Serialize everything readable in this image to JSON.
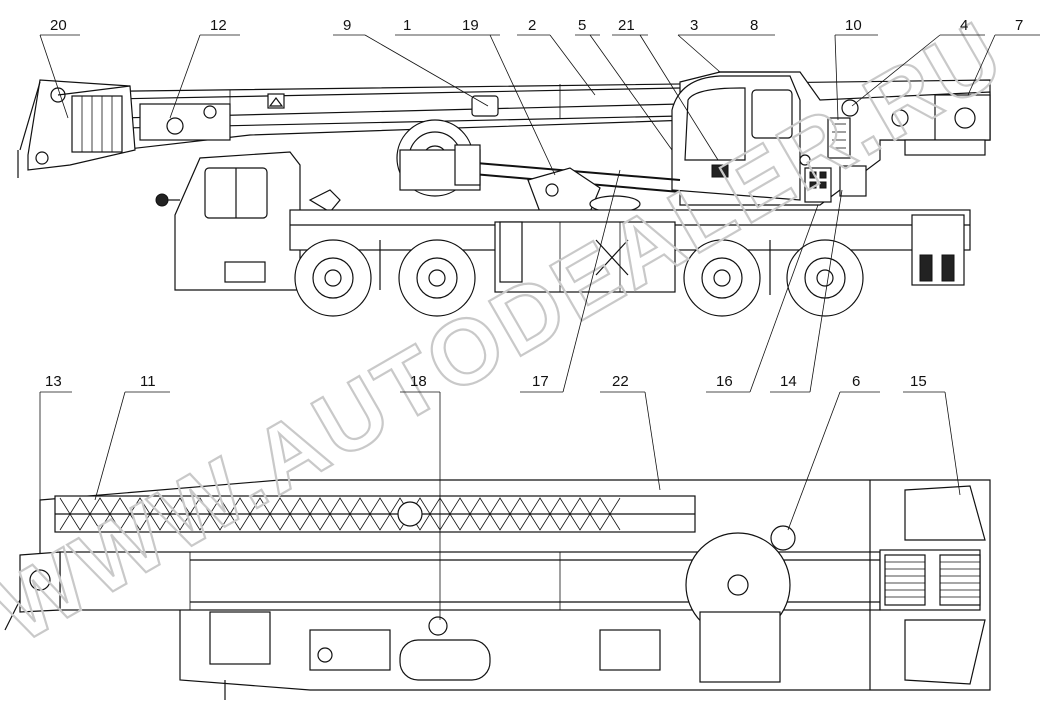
{
  "watermark": "WWW.AUTODEALER.RU",
  "callouts": {
    "c20": "20",
    "c12": "12",
    "c9": "9",
    "c1": "1",
    "c19": "19",
    "c2": "2",
    "c5": "5",
    "c21": "21",
    "c3": "3",
    "c8": "8",
    "c10": "10",
    "c4": "4",
    "c7": "7",
    "c17": "17",
    "c16": "16",
    "c14": "14",
    "c13": "13",
    "c11": "11",
    "c18": "18",
    "c22": "22",
    "c6": "6",
    "c15": "15"
  }
}
